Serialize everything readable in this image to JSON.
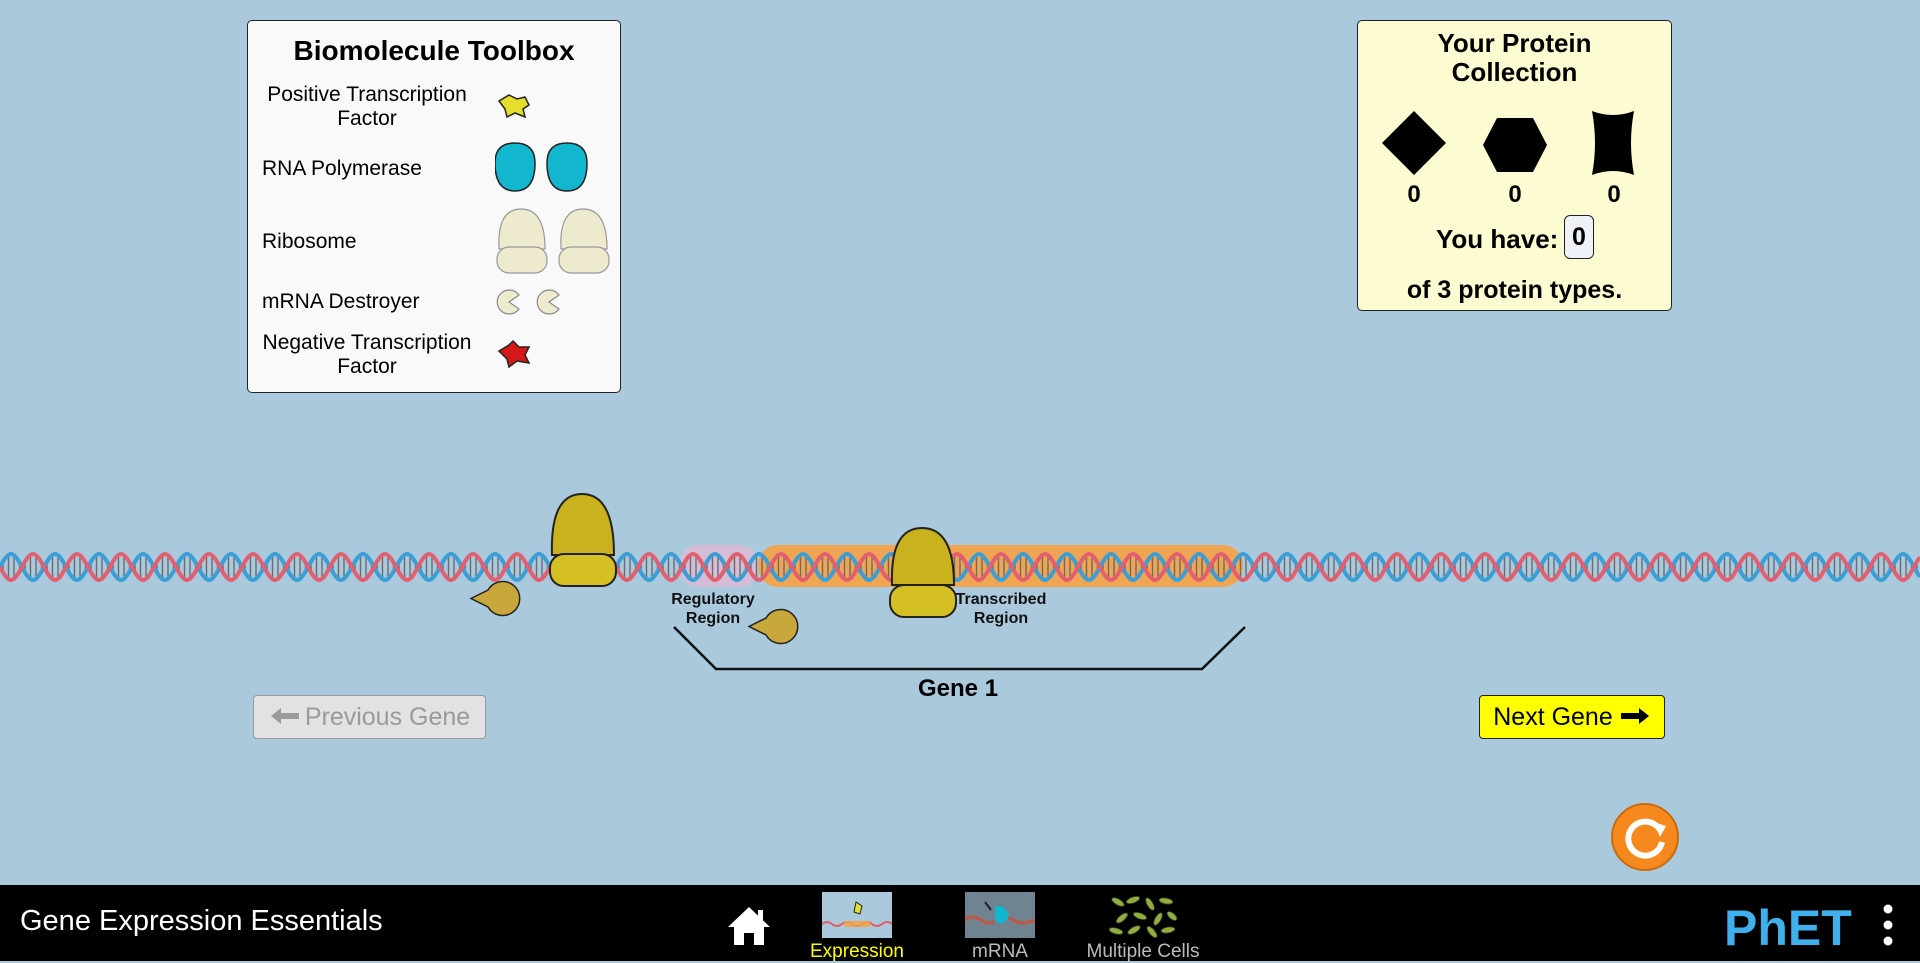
{
  "toolbox": {
    "title": "Biomolecule Toolbox",
    "items": [
      {
        "label": "Positive Transcription Factor",
        "icon": "positive-transcription-factor-icon"
      },
      {
        "label": "RNA Polymerase",
        "icon": "rna-polymerase-icon"
      },
      {
        "label": "Ribosome",
        "icon": "ribosome-icon"
      },
      {
        "label": "mRNA Destroyer",
        "icon": "mrna-destroyer-icon"
      },
      {
        "label": "Negative Transcription Factor",
        "icon": "negative-transcription-factor-icon"
      }
    ]
  },
  "collection": {
    "title": "Your Protein Collection",
    "proteins": [
      {
        "shape": "diamond-protein-icon",
        "count": "0"
      },
      {
        "shape": "hexagon-protein-icon",
        "count": "0"
      },
      {
        "shape": "barrel-protein-icon",
        "count": "0"
      }
    ],
    "you_have_label": "You have:",
    "you_have_value": "0",
    "of_types_label": "of 3 protein types."
  },
  "gene": {
    "regulatory_label": "Regulatory Region",
    "transcribed_label": "Transcribed Region",
    "gene_label": "Gene 1"
  },
  "navigation": {
    "prev_label": "Previous Gene",
    "next_label": "Next Gene"
  },
  "navbar": {
    "app_title": "Gene Expression Essentials",
    "tabs": [
      {
        "label": "Expression",
        "selected": true
      },
      {
        "label": "mRNA",
        "selected": false
      },
      {
        "label": "Multiple Cells",
        "selected": false
      }
    ],
    "logo_text": "PhET"
  },
  "colors": {
    "background": "#abc9dc",
    "dna_strand_a": "#e0606f",
    "dna_strand_b": "#3b9fd6",
    "transcribed_region": "#f7a142",
    "regulatory_region": "#e3b8d6",
    "selected_tab": "#ffff00",
    "next_button": "#ffff00",
    "reset_button": "#f5891e"
  }
}
